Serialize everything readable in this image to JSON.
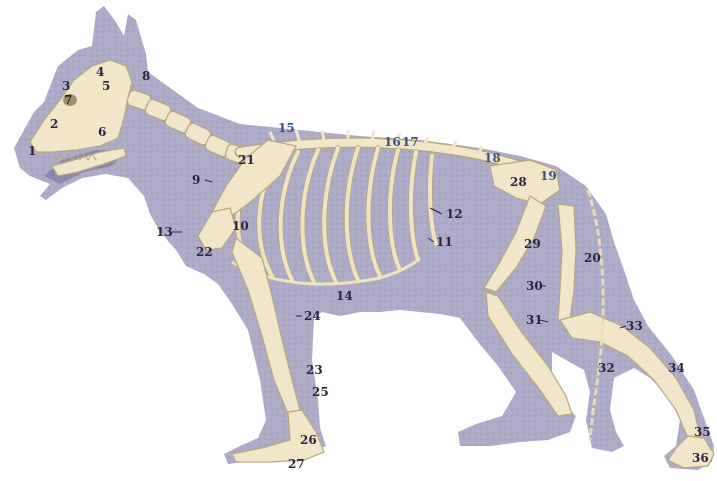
{
  "diagram": {
    "labels": [
      {
        "id": "label-1",
        "text": "1"
      },
      {
        "id": "label-2",
        "text": "2"
      },
      {
        "id": "label-3",
        "text": "3"
      },
      {
        "id": "label-4",
        "text": "4"
      },
      {
        "id": "label-5",
        "text": "5"
      },
      {
        "id": "label-6",
        "text": "6"
      },
      {
        "id": "label-7",
        "text": "7"
      },
      {
        "id": "label-8",
        "text": "8"
      },
      {
        "id": "label-9",
        "text": "9"
      },
      {
        "id": "label-10",
        "text": "10"
      },
      {
        "id": "label-11",
        "text": "11"
      },
      {
        "id": "label-12",
        "text": "12"
      },
      {
        "id": "label-13",
        "text": "13"
      },
      {
        "id": "label-14",
        "text": "14"
      },
      {
        "id": "label-15",
        "text": "15"
      },
      {
        "id": "label-16",
        "text": "16"
      },
      {
        "id": "label-17",
        "text": "17"
      },
      {
        "id": "label-18",
        "text": "18"
      },
      {
        "id": "label-19",
        "text": "19"
      },
      {
        "id": "label-20",
        "text": "20"
      },
      {
        "id": "label-21",
        "text": "21"
      },
      {
        "id": "label-22",
        "text": "22"
      },
      {
        "id": "label-23",
        "text": "23"
      },
      {
        "id": "label-24",
        "text": "24"
      },
      {
        "id": "label-25",
        "text": "25"
      },
      {
        "id": "label-26",
        "text": "26"
      },
      {
        "id": "label-27",
        "text": "27"
      },
      {
        "id": "label-28",
        "text": "28"
      },
      {
        "id": "label-29",
        "text": "29"
      },
      {
        "id": "label-30",
        "text": "30"
      },
      {
        "id": "label-31",
        "text": "31"
      },
      {
        "id": "label-32",
        "text": "32"
      },
      {
        "id": "label-33",
        "text": "33"
      },
      {
        "id": "label-34",
        "text": "34"
      },
      {
        "id": "label-35",
        "text": "35"
      },
      {
        "id": "label-36",
        "text": "36"
      }
    ],
    "colors": {
      "silhouette": "#aeabc9",
      "silhouette_shade": "#9d99bd",
      "bone": "#f1e7c8",
      "bone_outline": "#b9a77e",
      "label_text": "#2b2440",
      "label_blue": "#34508a"
    }
  }
}
